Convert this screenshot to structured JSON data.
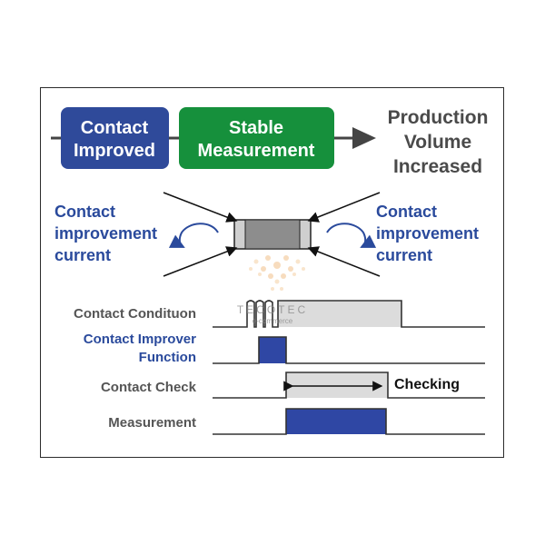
{
  "flow": {
    "step1": [
      "Contact",
      "Improved"
    ],
    "step2": [
      "Stable",
      "Measurement"
    ],
    "result": [
      "Production",
      "Volume",
      "Increased"
    ]
  },
  "current_left": [
    "Contact",
    "improvement",
    "current"
  ],
  "current_right": [
    "Contact",
    "improvement",
    "current"
  ],
  "timing": {
    "rows": [
      {
        "label": [
          "Contact Condituon"
        ],
        "color": "#555555"
      },
      {
        "label": [
          "Contact Improver",
          "Function"
        ],
        "color": "#2a4a9c"
      },
      {
        "label": [
          "Contact Check"
        ],
        "color": "#555555"
      },
      {
        "label": [
          "Measurement"
        ],
        "color": "#555555"
      }
    ],
    "checking_label": "Checking"
  },
  "watermark": {
    "brand": "TECOTEC",
    "sub": "e-commerce"
  },
  "colors": {
    "blue_box": "#2f4a9a",
    "green_box": "#16903c",
    "blue_text": "#2a4a9c",
    "gray_text": "#4a4a4a",
    "pulse_blue": "#2f47a4"
  }
}
